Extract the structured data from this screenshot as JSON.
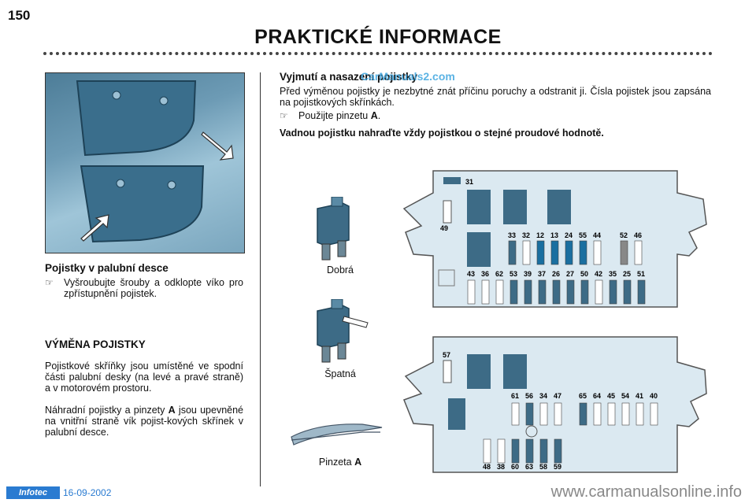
{
  "header": {
    "page_number": "150",
    "title": "PRAKTICKÉ INFORMACE"
  },
  "watermark": "CarManuals2.com",
  "section_dashboard": {
    "heading": "Pojistky v palubní desce",
    "step_marker": "☞",
    "step": "Vyšroubujte šrouby a odklopte víko pro zpřístupnění pojistek."
  },
  "section_replacement": {
    "heading": "VÝMĚNA POJISTKY",
    "para1": "Pojistkové skříňky jsou umístěné ve spodní části palubní desky (na levé a pravé straně) a v motorovém prostoru.",
    "para2_before": "Náhradní pojistky a pinzety ",
    "para2_bold": "A",
    "para2_after": " jsou upevněné na vnitřní straně vík pojist-kových skřínek v palubní desce."
  },
  "section_removal": {
    "heading": "Vyjmutí a nasazení pojistky",
    "para": "Před výměnou pojistky je nezbytné znát příčinu poruchy a odstranit ji. Čísla pojistek jsou zapsána na pojistkových skřínkách.",
    "step_marker": "☞",
    "step_before": "Použijte pinzetu ",
    "step_bold": "A",
    "step_after": ".",
    "note": "Vadnou pojistku nahraďte vždy pojistkou o stejné proudové hodnotě."
  },
  "captions": {
    "good": "Dobrá",
    "bad": "Špatná",
    "tweezers_before": "Pinzeta ",
    "tweezers_bold": "A"
  },
  "fusebox_top": {
    "label_31": "31",
    "label_49": "49",
    "row_top": [
      "33",
      "32",
      "12",
      "13",
      "24",
      "55",
      "44",
      "52",
      "46"
    ],
    "row_bottom": [
      "43",
      "36",
      "62",
      "53",
      "39",
      "37",
      "26",
      "27",
      "50",
      "42",
      "35",
      "25",
      "51"
    ]
  },
  "fusebox_bottom": {
    "label_57": "57",
    "row_top": [
      "61",
      "56",
      "34",
      "47",
      "65",
      "64",
      "45",
      "54",
      "41",
      "40"
    ],
    "row_bottom": [
      "48",
      "38",
      "60",
      "63",
      "58",
      "59"
    ]
  },
  "footer": {
    "brand": "Infotec",
    "date": "16-09-2002",
    "site": "www.carmanualsonline.info"
  },
  "colors": {
    "accent": "#2a7bd1",
    "fuse_dark": "#3d6b86",
    "fuse_blue": "#1a6fa0",
    "box_fill": "#dbe9f1"
  }
}
